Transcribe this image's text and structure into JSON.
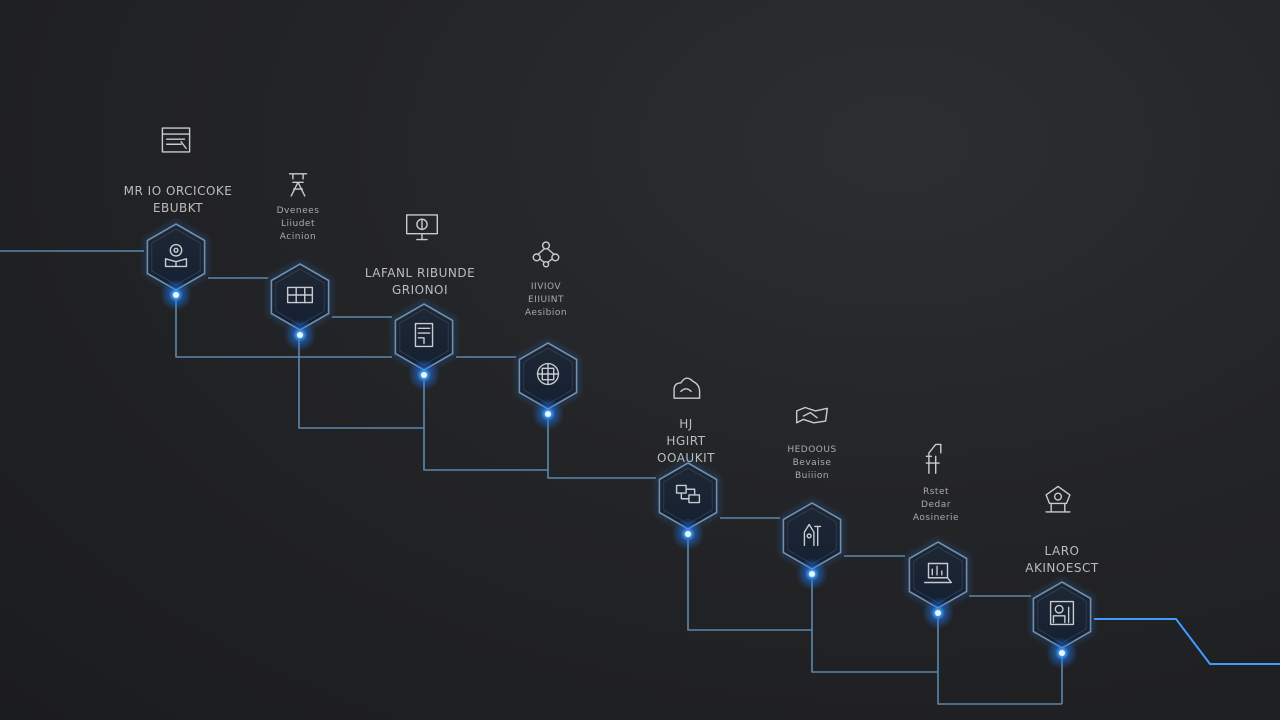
{
  "colors": {
    "background": "#232427",
    "line": "#5a86ad",
    "line_bright": "#3d9bff",
    "hex_stroke": "#6f8fb0",
    "hex_fill": "#1d2430",
    "glow": "#1e90ff",
    "icon": "#c8ccd1"
  },
  "steps": [
    {
      "icon": "user-reading-icon",
      "top_icon": "document-icon",
      "label_lines": [
        "MR IO ORCICOKE",
        "EBUBKT"
      ],
      "label_size": "big"
    },
    {
      "icon": "grid-blocks-icon",
      "top_icon": "tripod-icon",
      "label_lines": [
        "Dvenees",
        "Liiudet",
        "Acinion"
      ],
      "label_size": "small"
    },
    {
      "icon": "server-rack-icon",
      "top_icon": "monitor-icon",
      "label_lines": [
        "LAFANL RIBUNDE",
        "GRIONOI"
      ],
      "label_size": "big"
    },
    {
      "icon": "globe-grid-icon",
      "top_icon": "network-nodes-icon",
      "label_lines": [
        "IIVIOV",
        "EIIUINT",
        "Aesibion"
      ],
      "label_size": "small"
    },
    {
      "icon": "flow-blocks-icon",
      "top_icon": "cloud-upload-icon",
      "label_lines": [
        "HJ",
        "HGIRT",
        "OOAUKIT"
      ],
      "label_size": "big"
    },
    {
      "icon": "hand-tools-icon",
      "top_icon": "chart-map-icon",
      "label_lines": [
        "HEDOOUS",
        "Bevaise",
        "Buiiion"
      ],
      "label_size": "small"
    },
    {
      "icon": "laptop-chart-icon",
      "top_icon": "robot-arm-icon",
      "label_lines": [
        "Rstet",
        "Dedar",
        "Aosinerie"
      ],
      "label_size": "small"
    },
    {
      "icon": "team-board-icon",
      "top_icon": "shield-person-icon",
      "label_lines": [
        "LARO",
        "AKINOESCT"
      ],
      "label_size": "big"
    }
  ]
}
